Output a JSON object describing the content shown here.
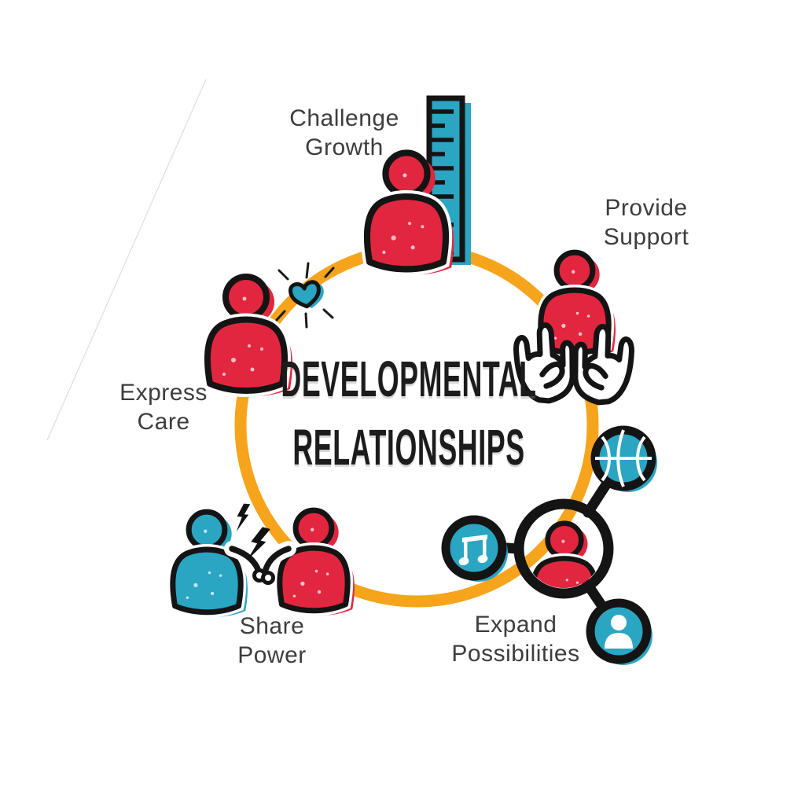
{
  "diagram": {
    "title": {
      "line1": "DEVELOPMENTAL",
      "line2": "RELATIONSHIPS"
    },
    "nodes": [
      {
        "id": "challenge-growth",
        "label_line1": "Challenge",
        "label_line2": "Growth",
        "icon": "person-with-growth-ruler-icon"
      },
      {
        "id": "provide-support",
        "label_line1": "Provide",
        "label_line2": "Support",
        "icon": "person-held-in-open-hands-icon"
      },
      {
        "id": "express-care",
        "label_line1": "Express",
        "label_line2": "Care",
        "icon": "person-with-shining-heart-icon"
      },
      {
        "id": "share-power",
        "label_line1": "Share",
        "label_line2": "Power",
        "icon": "two-people-fist-bump-lightning-icon"
      },
      {
        "id": "expand-possibilities",
        "label_line1": "Expand",
        "label_line2": "Possibilities",
        "icon": "person-network-basketball-music-people-icon"
      }
    ],
    "colors": {
      "accent_red": "#E2263F",
      "accent_teal": "#2AA5C2",
      "ring_yellow": "#F7A41D",
      "outline_black": "#141414",
      "label_text": "#3D3D3D",
      "title_text": "#1C1C1C"
    }
  }
}
